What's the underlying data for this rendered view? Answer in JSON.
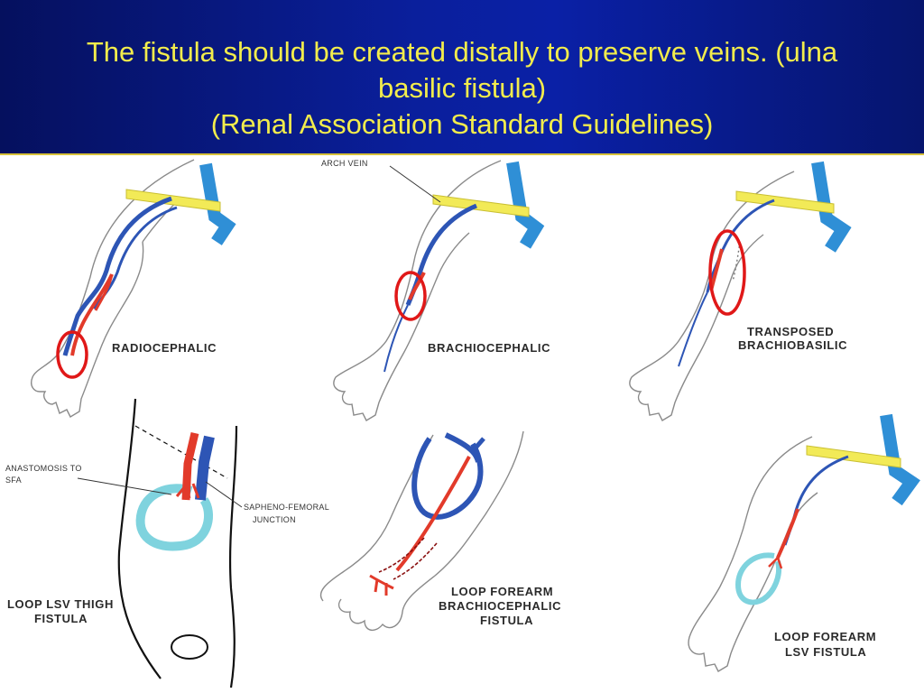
{
  "title": {
    "line1": "The fistula should be created distally to preserve veins. (ulna",
    "line2": "basilic fistula)",
    "line3": "(Renal Association Standard Guidelines)"
  },
  "panels": {
    "radiocephalic": {
      "label": "RADIOCEPHALIC"
    },
    "brachiocephalic": {
      "label": "BRACHIOCEPHALIC",
      "annotation": "ARCH VEIN"
    },
    "transposed": {
      "label_line1": "TRANSPOSED",
      "label_line2": "BRACHIOBASILIC"
    },
    "loop_thigh": {
      "label_line1": "LOOP LSV THIGH",
      "label_line2": "FISTULA",
      "annotation_left_line1": "ANASTOMOSIS TO",
      "annotation_left_line2": "SFA",
      "annotation_right_line1": "SAPHENO-FEMORAL",
      "annotation_right_line2": "JUNCTION"
    },
    "loop_forearm_brachio": {
      "label_line1": "LOOP FOREARM",
      "label_line2": "BRACHIOCEPHALIC",
      "label_line3": "FISTULA"
    },
    "loop_forearm_lsv": {
      "label_line1": "LOOP FOREARM",
      "label_line2": "LSV FISTULA"
    }
  },
  "colors": {
    "header_bg": "#0a1f9c",
    "title_text": "#f2ec4c",
    "vein": "#2d55b5",
    "deep_vein": "#2f8fd6",
    "artery": "#e23a2a",
    "graft": "#7fd3de",
    "clavicle": "#f2ea57",
    "highlight_circle": "#e01818"
  }
}
